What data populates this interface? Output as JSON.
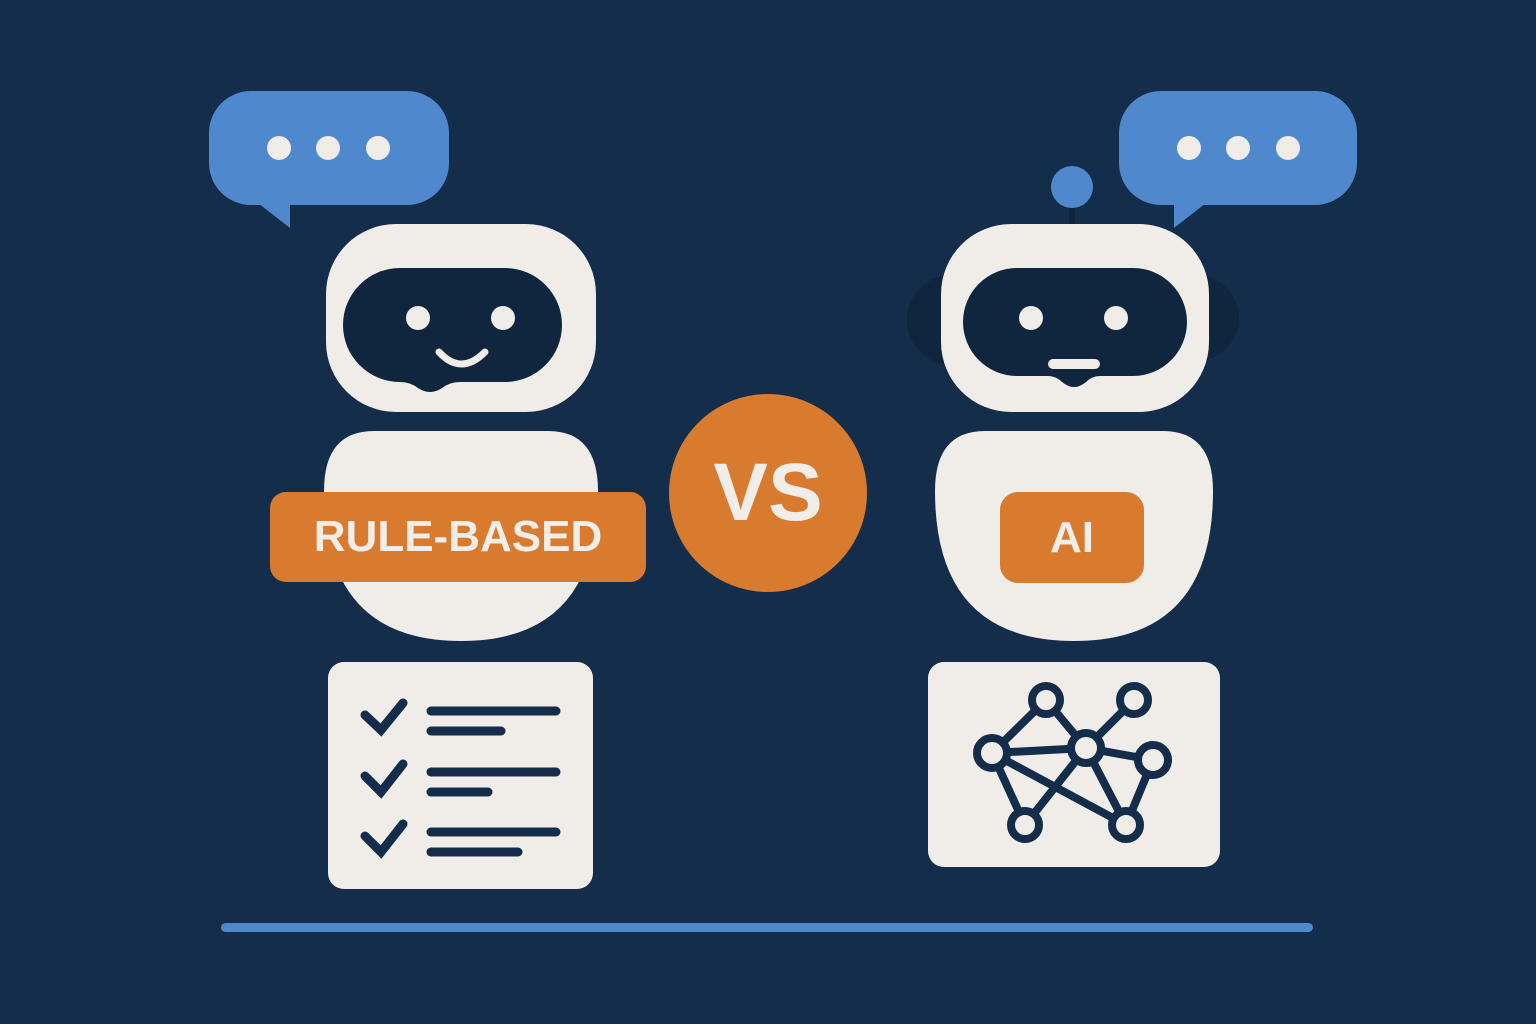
{
  "colors": {
    "background": "#132d4b",
    "navy_dark": "#10253e",
    "cream": "#f0ece7",
    "orange": "#d87b2f",
    "blue": "#4f88cc",
    "divider": "#4f88cc"
  },
  "left_bot": {
    "type": "rule-based",
    "label": "RULE-BASED",
    "speech_bubble": "...",
    "face": "smile",
    "panel_icon": "checklist-icon",
    "checklist_rows": 3
  },
  "versus": {
    "label": "VS"
  },
  "right_bot": {
    "type": "ai",
    "label": "AI",
    "speech_bubble": "...",
    "face": "open-smile",
    "has_antenna": true,
    "has_ears": true,
    "panel_icon": "neural-network-icon",
    "network_nodes": 7
  }
}
